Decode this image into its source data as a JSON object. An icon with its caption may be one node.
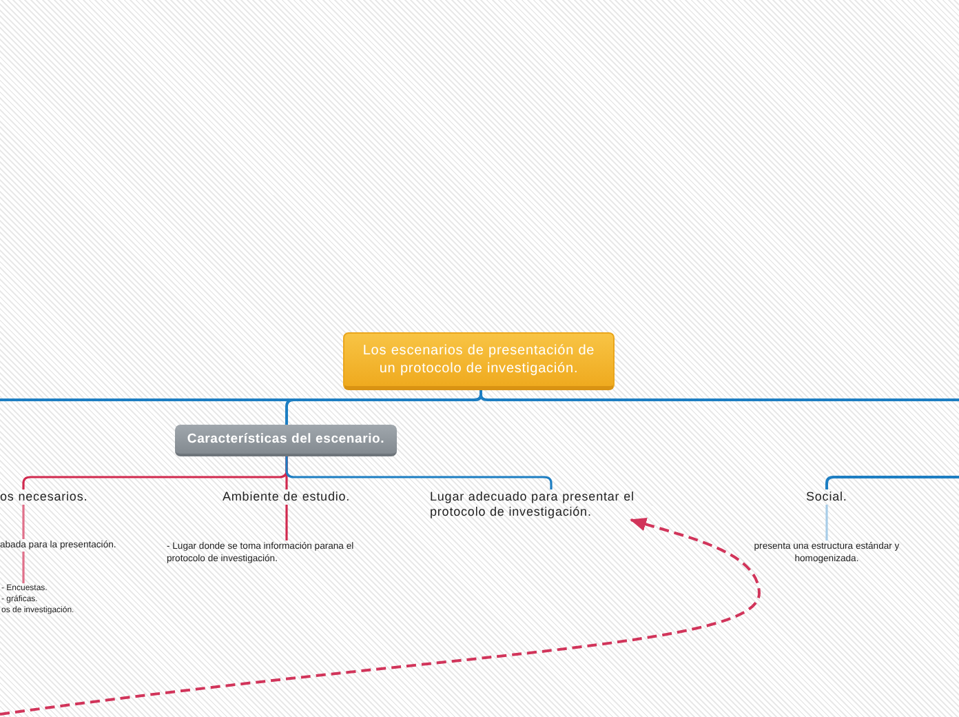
{
  "diagram": {
    "nodes": [
      {
        "text": [
          "Los escenarios de presentación de un protocolo de investigación."
        ]
      },
      {
        "text": [
          "Características del escenario."
        ]
      },
      {
        "text": [
          "os necesarios."
        ]
      },
      {
        "text": [
          "abada para la presentación."
        ]
      },
      {
        "text": [
          "- Encuestas.",
          "- gráficas.",
          "os de investigación."
        ]
      },
      {
        "text": [
          "Ambiente de estudio."
        ]
      },
      {
        "text": [
          "- Lugar donde se toma información parana el protocolo de investigación."
        ]
      },
      {
        "text": [
          "Lugar adecuado para presentar el protocolo de investigación."
        ]
      },
      {
        "text": [
          "Social."
        ]
      },
      {
        "text": [
          "presenta una estructura estándar y homogenizada."
        ]
      }
    ],
    "edges": [
      {
        "from": 0,
        "to": 1,
        "arrow": "none"
      },
      {
        "from": 0,
        "to": null,
        "arrow": "none"
      },
      {
        "from": 0,
        "to": null,
        "arrow": "none"
      },
      {
        "from": 1,
        "to": 2,
        "arrow": "none",
        "color": "#d12a4f"
      },
      {
        "from": 1,
        "to": 5,
        "arrow": "none",
        "color": "#d12a4f"
      },
      {
        "from": 1,
        "to": 7,
        "arrow": "none"
      },
      {
        "from": 2,
        "to": 3,
        "arrow": "none",
        "color": "#e0708a"
      },
      {
        "from": 3,
        "to": 4,
        "arrow": "none",
        "color": "#e0708a"
      },
      {
        "from": 5,
        "to": 6,
        "arrow": "none",
        "color": "#d12a4f"
      },
      {
        "from": null,
        "to": 8,
        "arrow": "none"
      },
      {
        "from": 8,
        "to": 9,
        "arrow": "none",
        "color": "#a8cde8"
      },
      {
        "from": null,
        "to": 7,
        "arrow": "to",
        "style": "dashed",
        "color": "#d1345a"
      }
    ]
  }
}
